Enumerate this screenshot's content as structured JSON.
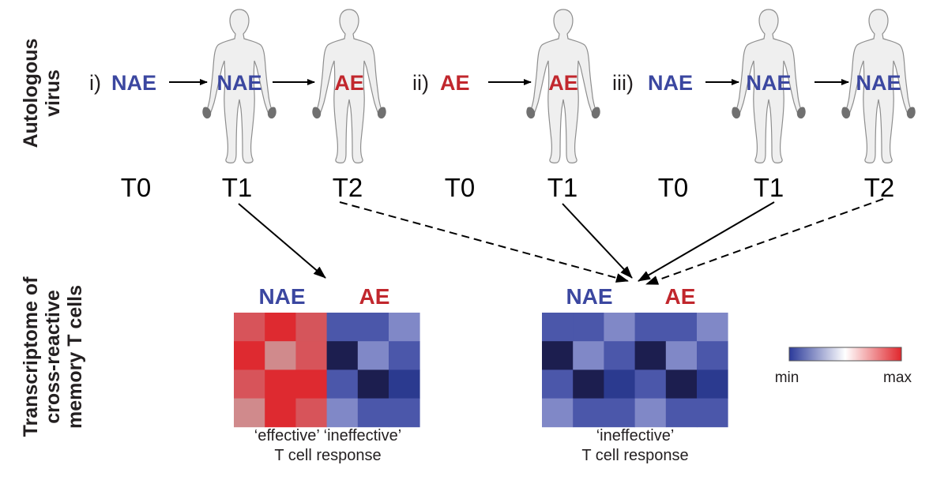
{
  "colors": {
    "nae": "#3b47a0",
    "ae": "#c1272d",
    "text": "#231f20",
    "scale_min": "#2b3a9a",
    "scale_mid": "#ffffff",
    "scale_max": "#e0262c"
  },
  "row_labels": {
    "top_line1": "Autologous",
    "top_line2": "virus",
    "bottom_line1": "Transcriptome of",
    "bottom_line2": "cross-reactive",
    "bottom_line3": "memory T cells"
  },
  "scenarios": [
    {
      "label": "i)",
      "t0": "NAE",
      "t1": "NAE",
      "t2": "AE"
    },
    {
      "label": "ii)",
      "t0": "AE",
      "t1": "AE"
    },
    {
      "label": "iii)",
      "t0": "NAE",
      "t1": "NAE",
      "t2": "NAE"
    }
  ],
  "timepoints": [
    "T0",
    "T1",
    "T2",
    "T0",
    "T1",
    "T0",
    "T1",
    "T2"
  ],
  "heatmaps": [
    {
      "group_labels": [
        "NAE",
        "AE"
      ],
      "caption_top": "‘effective’ ‘ineffective’",
      "caption_bottom": "T cell response",
      "cells": [
        [
          "#d7545a",
          "#de2a30",
          "#d5555b",
          "#4b57aa",
          "#4b57aa",
          "#8088c7"
        ],
        [
          "#de2a30",
          "#d08a8c",
          "#d7545a",
          "#1c1e4f",
          "#8088c7",
          "#4b57aa"
        ],
        [
          "#d7545a",
          "#de2a30",
          "#de2a30",
          "#4b57aa",
          "#1c1e4f",
          "#2b3a8f"
        ],
        [
          "#d08a8c",
          "#de2a30",
          "#d7545a",
          "#8088c7",
          "#4b57aa",
          "#4b57aa"
        ]
      ]
    },
    {
      "group_labels": [
        "NAE",
        "AE"
      ],
      "caption_top": "‘ineffective’",
      "caption_bottom": "T cell response",
      "cells": [
        [
          "#4b57aa",
          "#4b57aa",
          "#8088c7",
          "#4b57aa",
          "#4b57aa",
          "#8088c7"
        ],
        [
          "#1c1e4f",
          "#8088c7",
          "#4b57aa",
          "#1c1e4f",
          "#8088c7",
          "#4b57aa"
        ],
        [
          "#4b57aa",
          "#1c1e4f",
          "#2b3a8f",
          "#4b57aa",
          "#1c1e4f",
          "#2b3a8f"
        ],
        [
          "#8088c7",
          "#4b57aa",
          "#4b57aa",
          "#8088c7",
          "#4b57aa",
          "#4b57aa"
        ]
      ]
    }
  ],
  "legend": {
    "min_label": "min",
    "max_label": "max"
  }
}
